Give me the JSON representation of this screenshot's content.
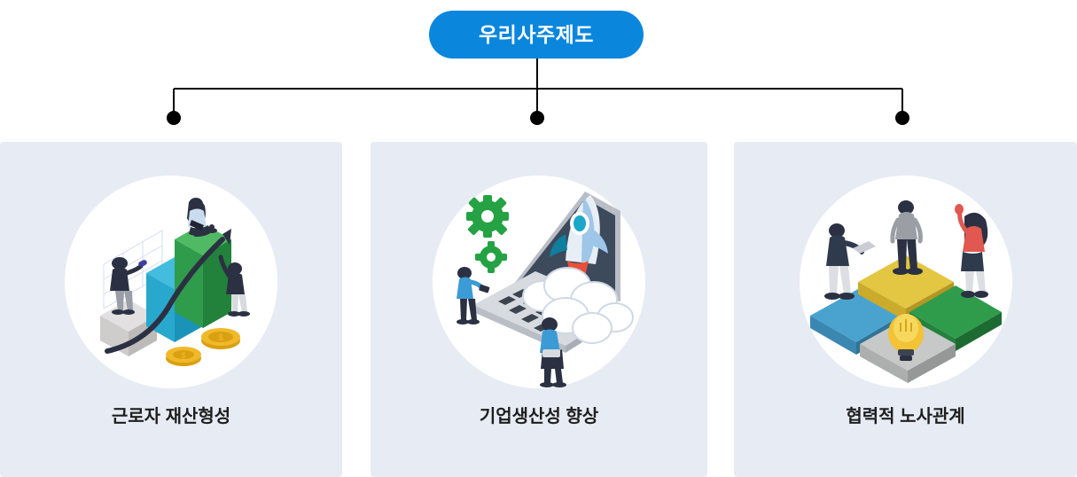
{
  "diagram": {
    "root": {
      "label": "우리사주제도",
      "bg_color": "#0b86dd",
      "text_color": "#ffffff"
    },
    "connector": {
      "line_color": "#000000",
      "node_dot_color": "#000000"
    },
    "card_bg_color": "#e7ebf3",
    "circle_color": "#ffffff",
    "label_color": "#1e1e1e",
    "branches": [
      {
        "label": "근로자 재산형성",
        "icon": "isometric-growth-bar-chart-with-coins-illustration"
      },
      {
        "label": "기업생산성 향상",
        "icon": "isometric-rocket-launching-from-laptop-illustration"
      },
      {
        "label": "협력적 노사관계",
        "icon": "isometric-puzzle-pieces-teamwork-illustration"
      }
    ]
  }
}
